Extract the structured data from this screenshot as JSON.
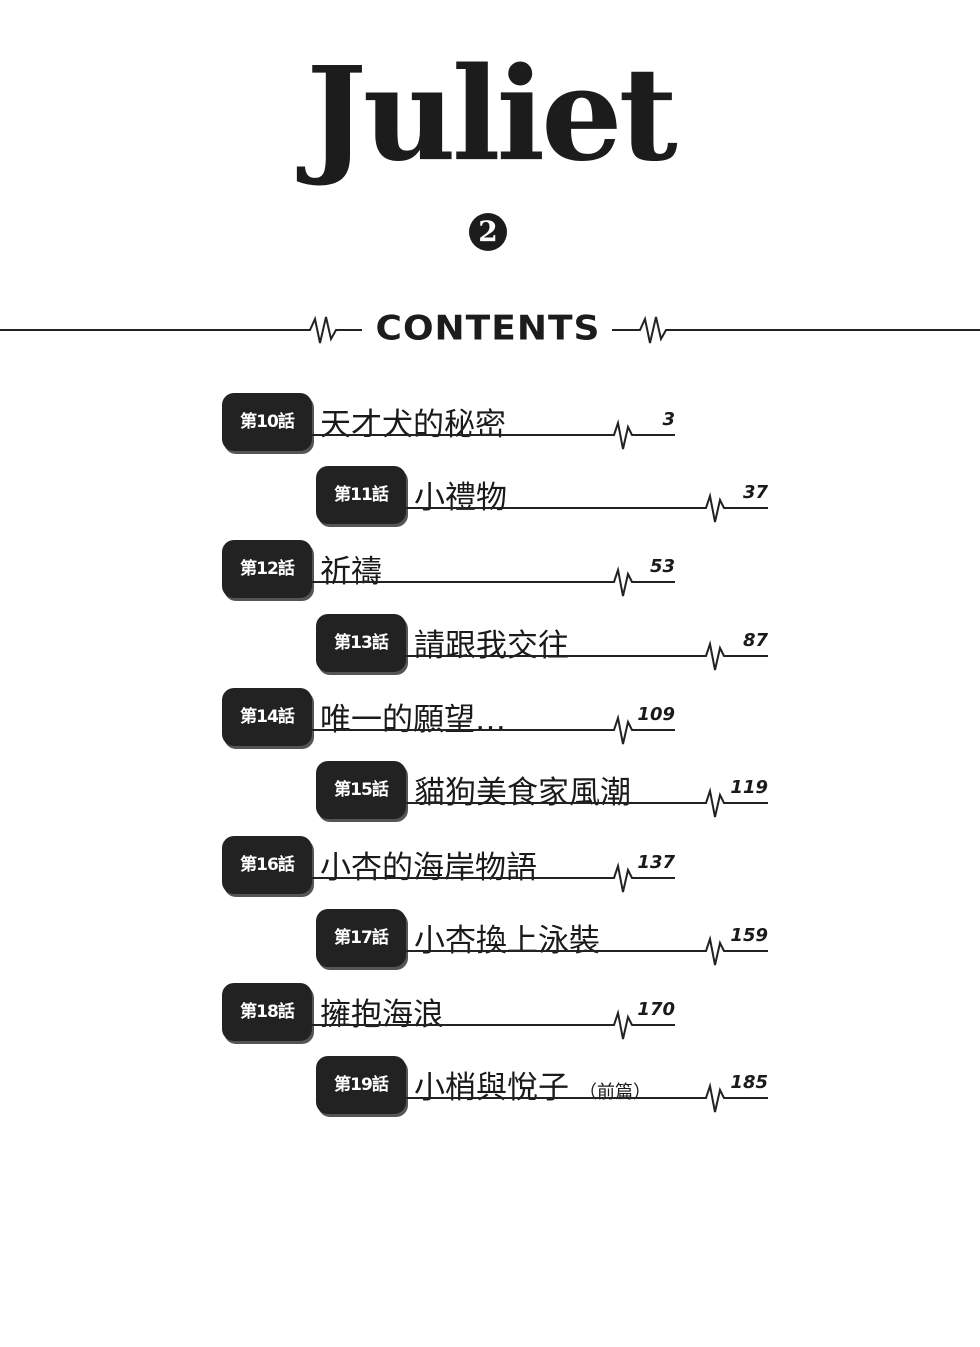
{
  "header": {
    "logo": "Juliet",
    "volume": "2",
    "section_title": "CONTENTS"
  },
  "chapters": [
    {
      "label": "第10話",
      "title": "天才犬的秘密",
      "subtitle": "",
      "page": "3"
    },
    {
      "label": "第11話",
      "title": "小禮物",
      "subtitle": "",
      "page": "37"
    },
    {
      "label": "第12話",
      "title": "祈禱",
      "subtitle": "",
      "page": "53"
    },
    {
      "label": "第13話",
      "title": "請跟我交往",
      "subtitle": "",
      "page": "87"
    },
    {
      "label": "第14話",
      "title": "唯一的願望…",
      "subtitle": "",
      "page": "109"
    },
    {
      "label": "第15話",
      "title": "貓狗美食家風潮",
      "subtitle": "",
      "page": "119"
    },
    {
      "label": "第16話",
      "title": "小杏的海岸物語",
      "subtitle": "",
      "page": "137"
    },
    {
      "label": "第17話",
      "title": "小杏換上泳裝",
      "subtitle": "",
      "page": "159"
    },
    {
      "label": "第18話",
      "title": "擁抱海浪",
      "subtitle": "",
      "page": "170"
    },
    {
      "label": "第19話",
      "title": "小梢與悅子",
      "subtitle": "（前篇）",
      "page": "185"
    }
  ]
}
